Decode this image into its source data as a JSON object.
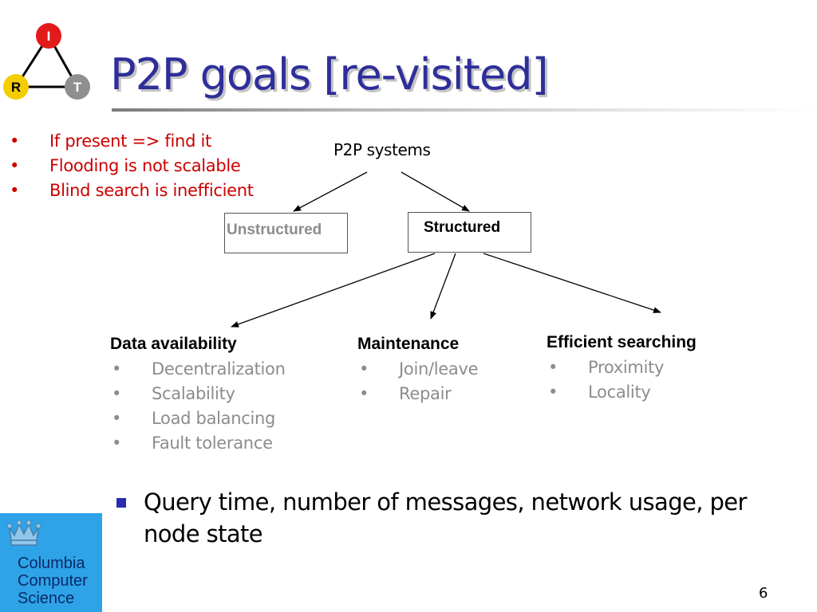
{
  "slide": {
    "title": "P2P goals [re-visited]",
    "logo": {
      "top_letter": "I",
      "left_letter": "R",
      "right_letter": "T",
      "colors": {
        "top": "#e31a1a",
        "left": "#f5cc00",
        "right": "#8f8f8f"
      }
    },
    "bullet_char": "•",
    "red_bullets": [
      "If present => find it",
      "Flooding is not scalable",
      "Blind search is inefficient"
    ],
    "diagram": {
      "root": "P2P systems",
      "unstructured": "Unstructured",
      "structured": "Structured"
    },
    "goals": [
      {
        "heading": "Data availability",
        "items": [
          "Decentralization",
          "Scalability",
          "Load balancing",
          "Fault tolerance"
        ]
      },
      {
        "heading": "Maintenance",
        "items": [
          "Join/leave",
          "Repair"
        ]
      },
      {
        "heading": "Efficient searching",
        "items": [
          "Proximity",
          "Locality"
        ]
      }
    ],
    "bottom_bullet": "Query time, number of messages, network usage, per node state",
    "badge_text": "Columbia\nComputer\nScience",
    "page_number": "6",
    "colors": {
      "title": "#2e2e9a",
      "red_text": "#cc0000",
      "gray_text": "#8c8c8c",
      "badge_bg": "#2ea3e8",
      "square_bullet": "#2b2bb0"
    }
  }
}
